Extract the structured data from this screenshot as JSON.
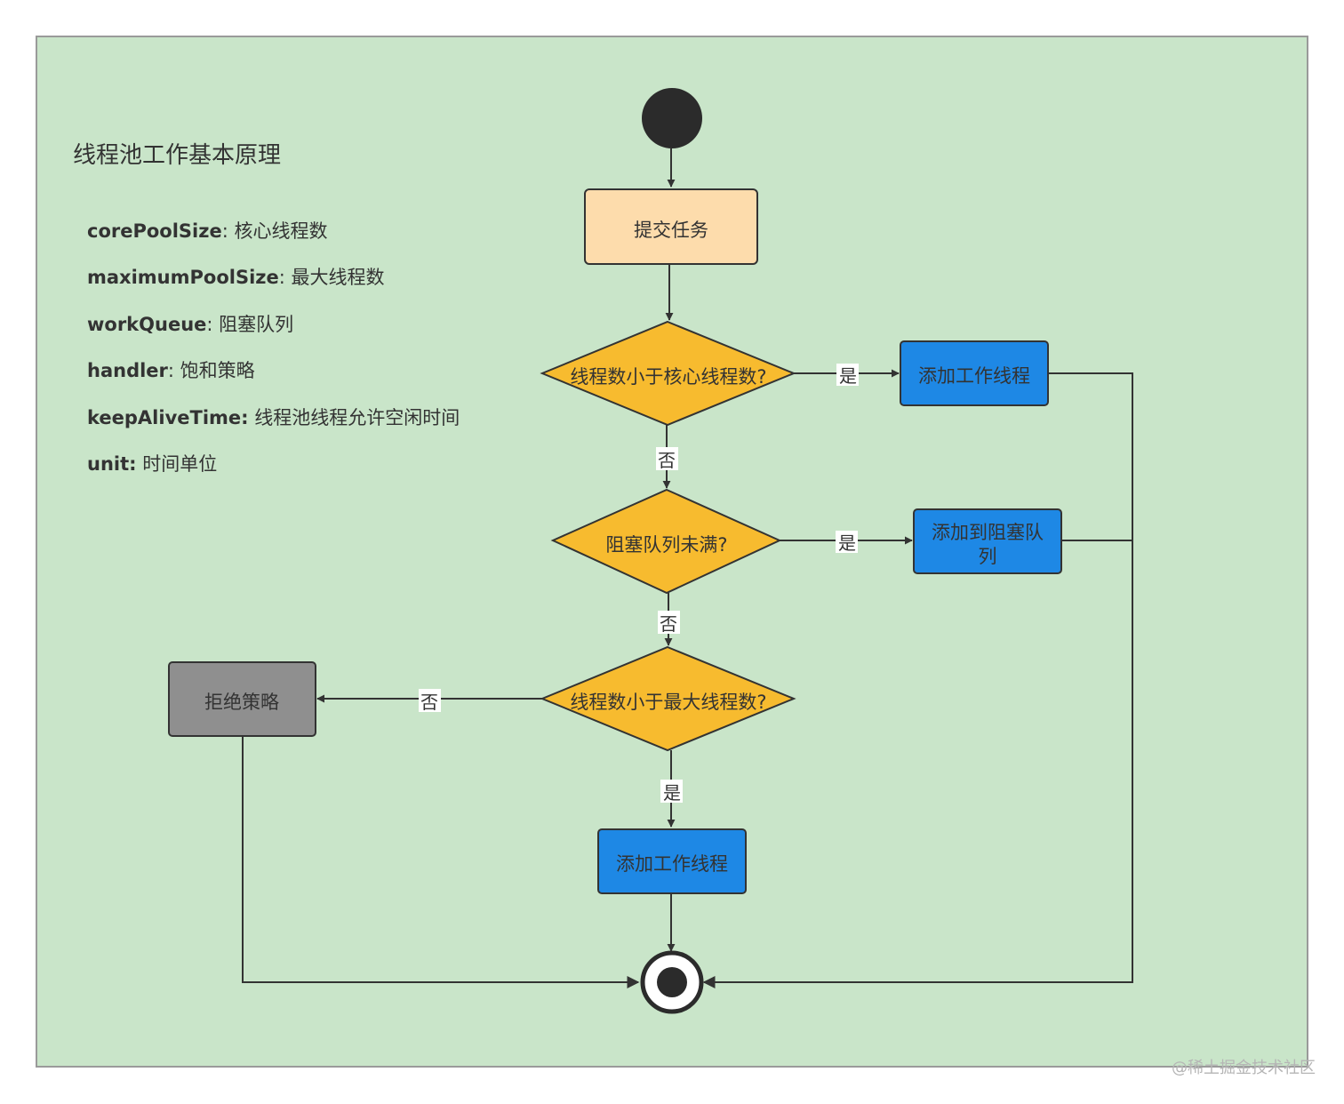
{
  "title": "线程池工作基本原理",
  "params": [
    {
      "key": "corePoolSize",
      "sep": ": ",
      "desc": "核心线程数"
    },
    {
      "key": "maximumPoolSize",
      "sep": ": ",
      "desc": "最大线程数"
    },
    {
      "key": "workQueue",
      "sep": ": ",
      "desc": "阻塞队列"
    },
    {
      "key": "handler",
      "sep": ": ",
      "desc": "饱和策略"
    },
    {
      "key": "keepAliveTime:",
      "sep": " ",
      "desc": "线程池线程允许空闲时间"
    },
    {
      "key": "unit:",
      "sep": " ",
      "desc": "时间单位"
    }
  ],
  "nodes": {
    "submit": "提交任务",
    "check_core": "线程数小于核心线程数?",
    "add_worker_core": "添加工作线程",
    "check_queue": "阻塞队列未满?",
    "add_queue_line1": "添加到阻塞队",
    "add_queue_line2": "列",
    "check_max": "线程数小于最大线程数?",
    "reject": "拒绝策略",
    "add_worker_max": "添加工作线程"
  },
  "edge_labels": {
    "core_yes": "是",
    "core_no": "否",
    "queue_yes": "是",
    "queue_no": "否",
    "max_no": "否",
    "max_yes": "是"
  },
  "watermark": "@稀土掘金技术社区",
  "colors": {
    "background": "#c9e5c9",
    "submit_fill": "#fddcac",
    "decision_fill": "#f7bb2f",
    "action_fill": "#1e88e5",
    "reject_fill": "#8f8f8f",
    "line": "#333333"
  }
}
